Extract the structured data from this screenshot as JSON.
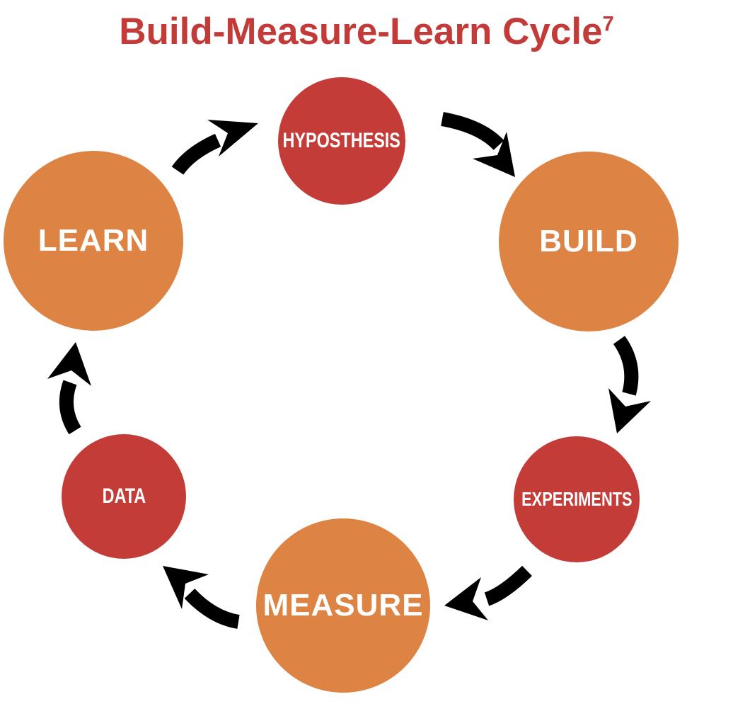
{
  "title": {
    "text": "Build-Measure-Learn Cycle",
    "superscript": "7"
  },
  "colors": {
    "title": "#c23b38",
    "node_red": "#c43c38",
    "node_orange": "#dd8445",
    "node_label": "#ffffff",
    "arrow": "#000000",
    "background": "#ffffff"
  },
  "diagram": {
    "nodes": [
      {
        "id": "hypothesis",
        "label": "HYPOSTHESIS",
        "color": "red",
        "size": "small",
        "position": "top"
      },
      {
        "id": "build",
        "label": "BUILD",
        "color": "orange",
        "size": "large",
        "position": "upper-right"
      },
      {
        "id": "experiments",
        "label": "EXPERIMENTS",
        "color": "red",
        "size": "small",
        "position": "lower-right"
      },
      {
        "id": "measure",
        "label": "MEASURE",
        "color": "orange",
        "size": "large",
        "position": "bottom"
      },
      {
        "id": "data",
        "label": "DATA",
        "color": "red",
        "size": "small",
        "position": "lower-left"
      },
      {
        "id": "learn",
        "label": "LEARN",
        "color": "orange",
        "size": "large",
        "position": "upper-left"
      }
    ],
    "flow": [
      {
        "from": "hypothesis",
        "to": "build"
      },
      {
        "from": "build",
        "to": "experiments"
      },
      {
        "from": "experiments",
        "to": "measure"
      },
      {
        "from": "measure",
        "to": "data"
      },
      {
        "from": "data",
        "to": "learn"
      },
      {
        "from": "learn",
        "to": "hypothesis"
      }
    ]
  }
}
